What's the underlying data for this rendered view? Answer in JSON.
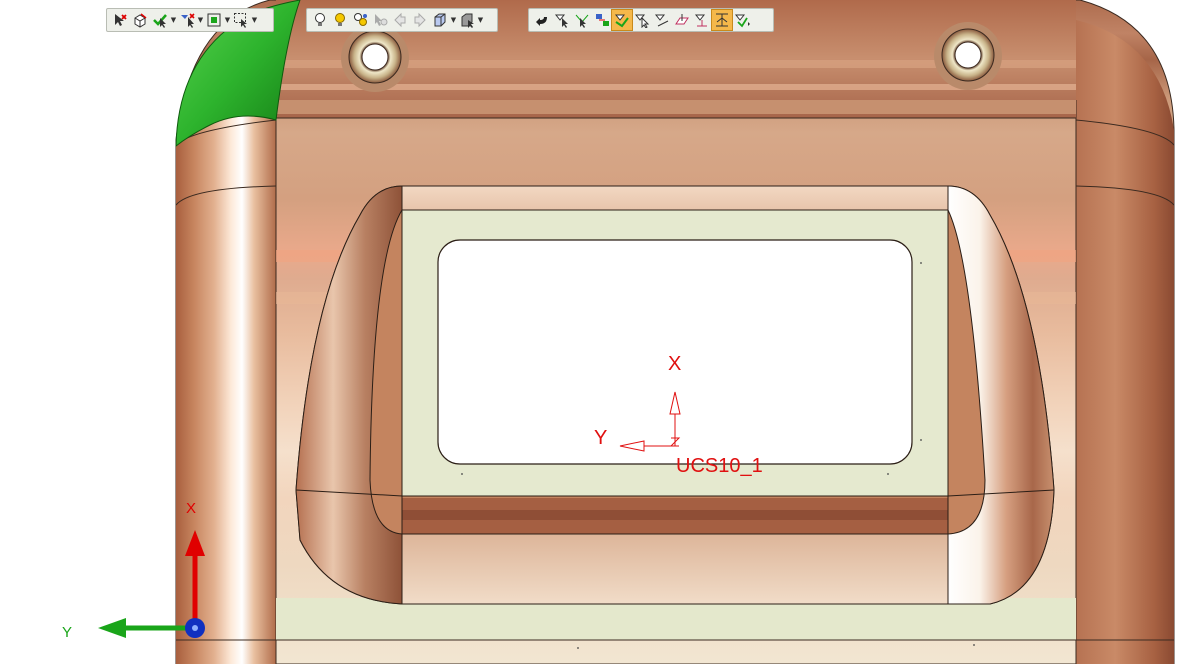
{
  "toolbars": {
    "selection": {
      "buttons": [
        {
          "icon": "deselect-arrow-icon"
        },
        {
          "icon": "select-feature-cube-icon"
        },
        {
          "icon": "select-green-check-arrow-icon",
          "dropdown": true
        },
        {
          "icon": "filter-arrow-red-icon",
          "dropdown": true
        },
        {
          "icon": "select-box-green-icon",
          "dropdown": true
        },
        {
          "icon": "rectangle-selection-icon",
          "dropdown": true
        }
      ]
    },
    "view": {
      "buttons": [
        {
          "icon": "lightbulb-off-icon"
        },
        {
          "icon": "lightbulb-on-icon"
        },
        {
          "icon": "lightbulb-group-icon"
        },
        {
          "icon": "cursor-bulb-disabled-icon"
        },
        {
          "icon": "arrow-left-disabled-icon"
        },
        {
          "icon": "arrow-right-disabled-icon"
        },
        {
          "icon": "view-cube-icon",
          "dropdown": true
        },
        {
          "icon": "render-mode-icon",
          "dropdown": true
        }
      ]
    },
    "snap": {
      "buttons": [
        {
          "icon": "undo-curve-icon"
        },
        {
          "icon": "snap-point-icon"
        },
        {
          "icon": "snap-endpoint-icon"
        },
        {
          "icon": "snap-midpoint-icon"
        },
        {
          "icon": "snap-intersection-icon",
          "active": true
        },
        {
          "icon": "snap-center-icon"
        },
        {
          "icon": "snap-tangent-icon"
        },
        {
          "icon": "snap-quadrant-icon"
        },
        {
          "icon": "snap-perpendicular-icon"
        },
        {
          "icon": "snap-grid-icon",
          "active": true
        },
        {
          "icon": "snap-more-icon"
        }
      ]
    }
  },
  "viewport": {
    "ucs_label": "UCS10_1",
    "ucs_axis_x": "X",
    "ucs_axis_y": "Y",
    "ucs_axis_z": "Z",
    "triad_x": "X",
    "triad_y": "Y",
    "colors": {
      "background": "#ffffff",
      "body_copper": "#c98e6c",
      "body_dark": "#a0634a",
      "inner_panel": "#e6ead2",
      "highlight_green": "#2db32d",
      "ucs_red": "#e01010",
      "triad_x_red": "#e00000",
      "triad_y_green": "#1aa51a",
      "triad_origin_blue": "#1030c0"
    }
  }
}
